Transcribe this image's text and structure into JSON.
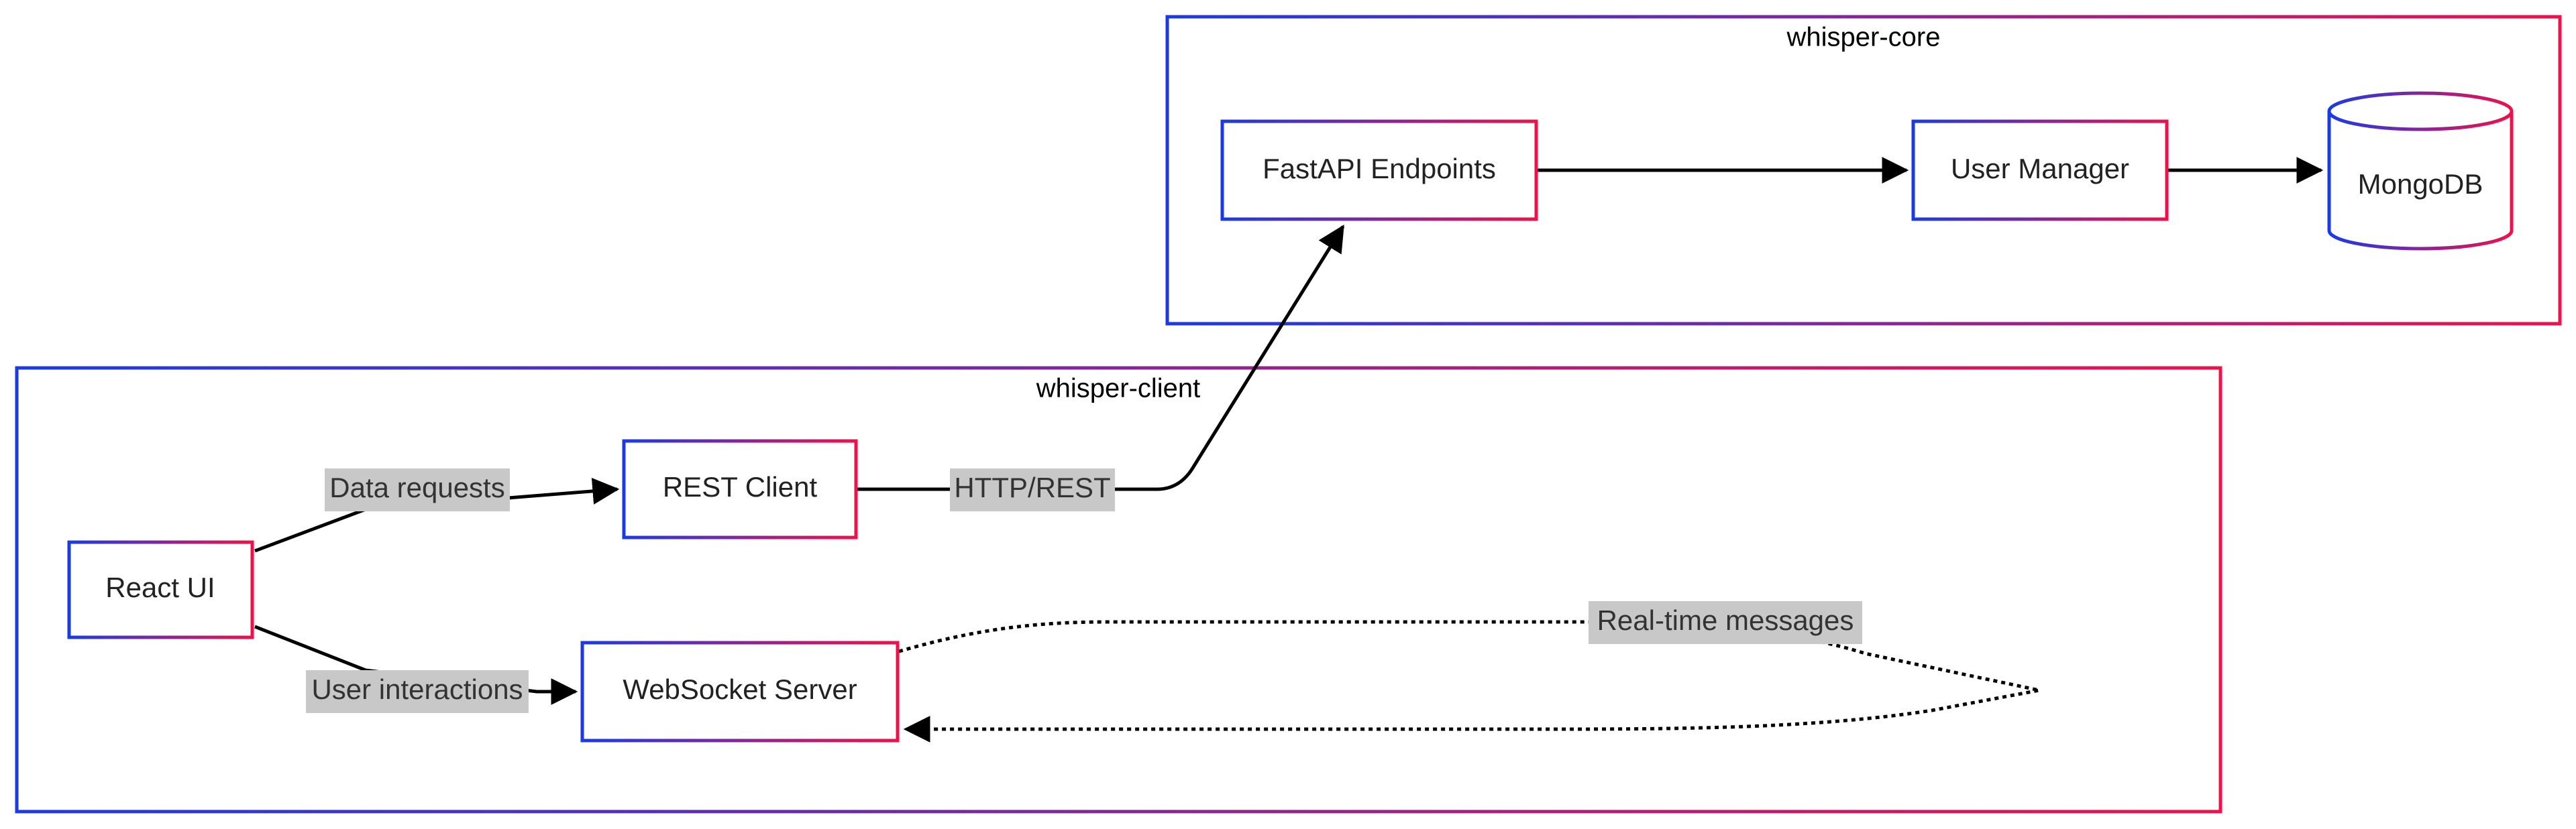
{
  "colors": {
    "gradient_start": "#1a3ae6",
    "gradient_end": "#f0104a",
    "edge": "#000000",
    "edge_label_bg": "#c8c8c8",
    "node_fill": "#ffffff"
  },
  "clusters": {
    "core": {
      "label": "whisper-core"
    },
    "client": {
      "label": "whisper-client"
    }
  },
  "nodes": {
    "fastapi": {
      "label": "FastAPI Endpoints"
    },
    "user_manager": {
      "label": "User Manager"
    },
    "mongodb": {
      "label": "MongoDB",
      "shape": "cylinder"
    },
    "react_ui": {
      "label": "React UI"
    },
    "rest_client": {
      "label": "REST Client"
    },
    "websocket": {
      "label": "WebSocket Server"
    }
  },
  "edges": {
    "data_requests": {
      "label": "Data requests",
      "from": "React UI",
      "to": "REST Client",
      "style": "solid"
    },
    "http_rest": {
      "label": "HTTP/REST",
      "from": "REST Client",
      "to": "FastAPI Endpoints",
      "style": "solid"
    },
    "user_interactions": {
      "label": "User interactions",
      "from": "React UI",
      "to": "WebSocket Server",
      "style": "solid"
    },
    "realtime": {
      "label": "Real-time messages",
      "from": "WebSocket Server",
      "to": "WebSocket Server",
      "style": "dotted"
    },
    "fastapi_to_user": {
      "from": "FastAPI Endpoints",
      "to": "User Manager",
      "style": "solid"
    },
    "user_to_mongo": {
      "from": "User Manager",
      "to": "MongoDB",
      "style": "solid"
    }
  }
}
